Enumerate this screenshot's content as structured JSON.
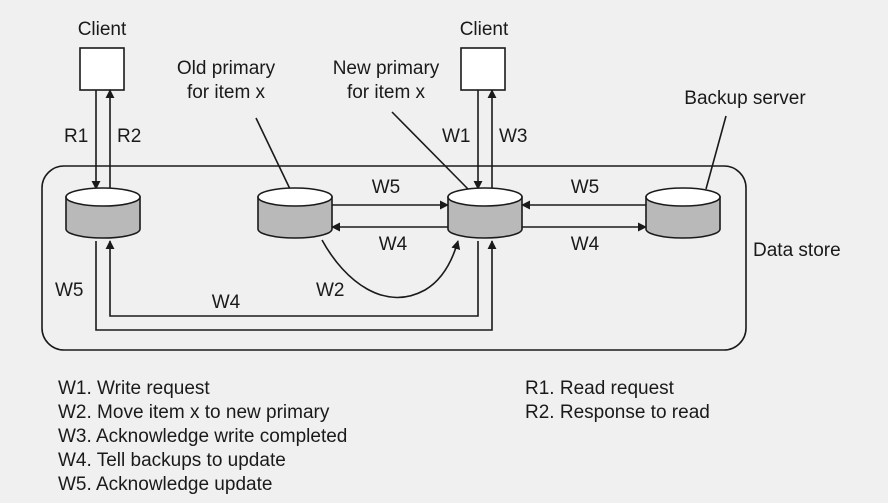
{
  "nodes": {
    "client_left": "Client",
    "client_right": "Client",
    "old_primary": [
      "Old primary",
      "for item x"
    ],
    "new_primary": [
      "New primary",
      "for item x"
    ],
    "backup_server": "Backup server",
    "data_store": "Data store"
  },
  "edges": {
    "r1": "R1",
    "r2": "R2",
    "w1": "W1",
    "w3": "W3",
    "w5_old": "W5",
    "w4_old": "W4",
    "w5_backup": "W5",
    "w4_backup": "W4",
    "w2": "W2",
    "w5_left": "W5",
    "w4_bottom": "W4"
  },
  "legend": {
    "write": [
      "W1. Write request",
      "W2. Move item x to new primary",
      "W3. Acknowledge write completed",
      "W4. Tell backups to update",
      "W5. Acknowledge update"
    ],
    "read": [
      "R1. Read request",
      "R2. Response to read"
    ]
  }
}
